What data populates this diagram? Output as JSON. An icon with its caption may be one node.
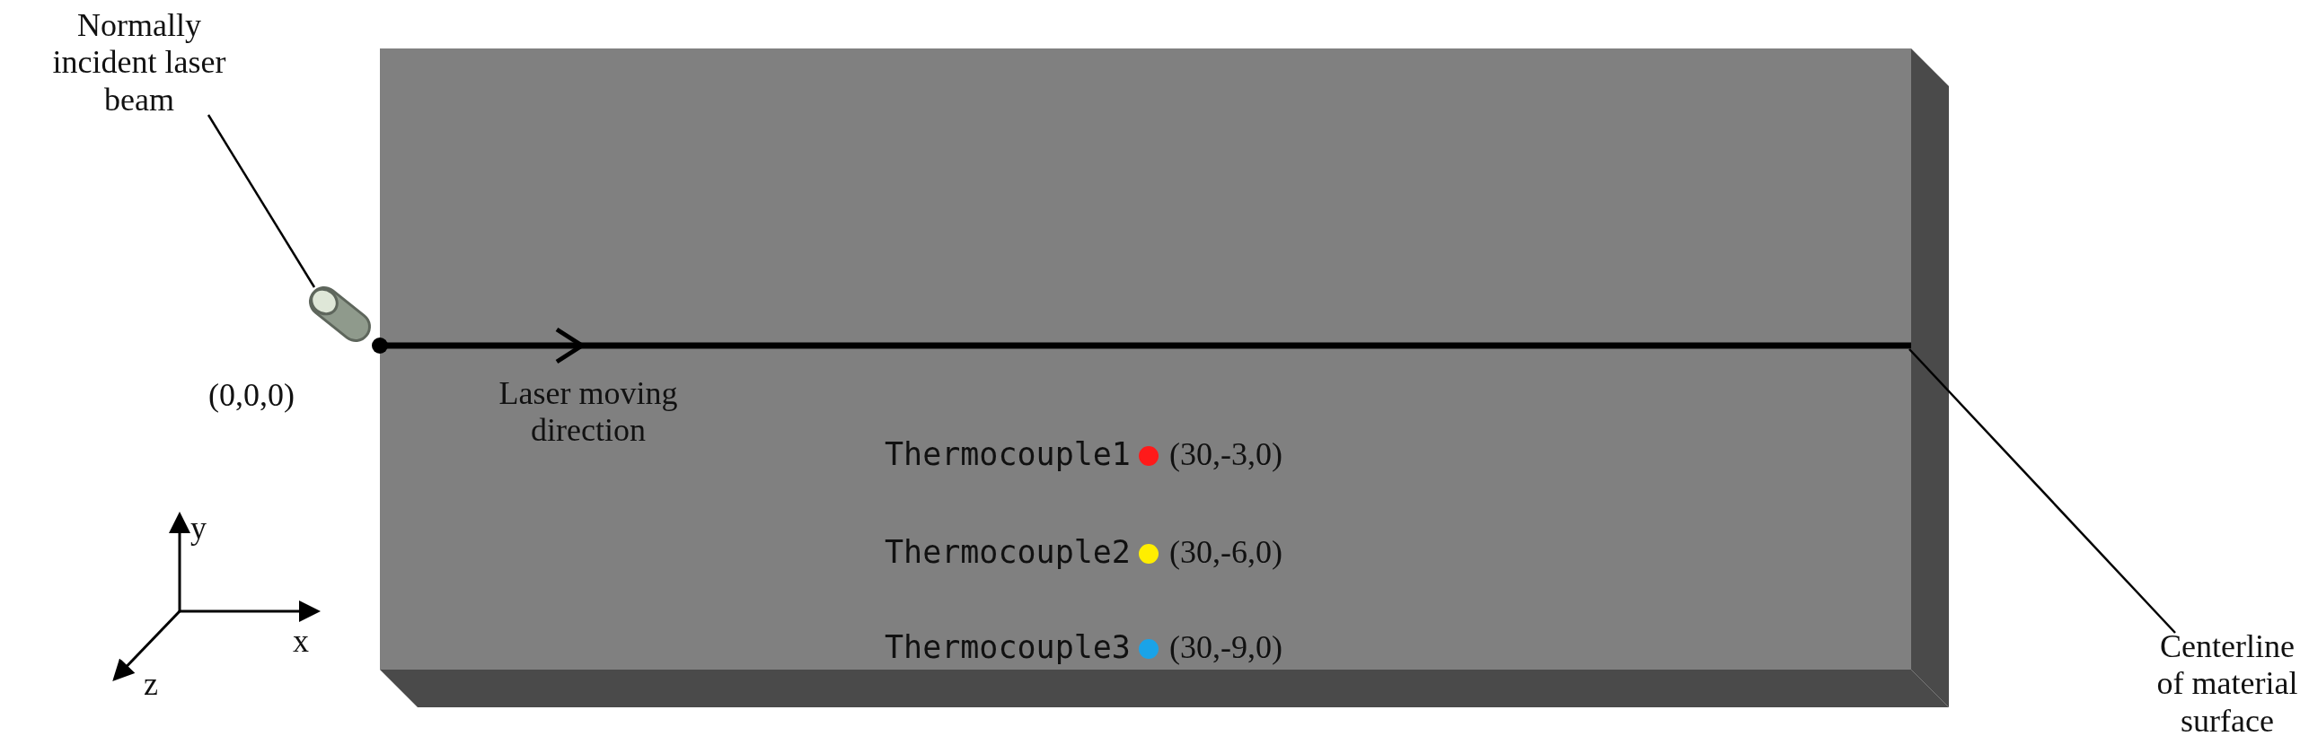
{
  "diagram": {
    "nodes": [
      {
        "text": [
          "Normally incident laser beam"
        ]
      },
      {
        "text": [],
        "shape": "cylinder"
      },
      {
        "text": [
          "Centerline of material surface"
        ]
      },
      {
        "text": [],
        "shape": "line"
      }
    ],
    "edges": [
      {
        "from": 0,
        "to": 1,
        "arrow": "none"
      },
      {
        "from": 2,
        "to": 3,
        "arrow": "none"
      }
    ],
    "labels": [
      "(0,0,0)",
      "Laser moving direction",
      "Thermocouple1",
      "(30,-3,0)",
      "Thermocouple2",
      "(30,-6,0)",
      "Thermocouple3",
      "(30,-9,0)",
      "y",
      "x",
      "z"
    ]
  }
}
